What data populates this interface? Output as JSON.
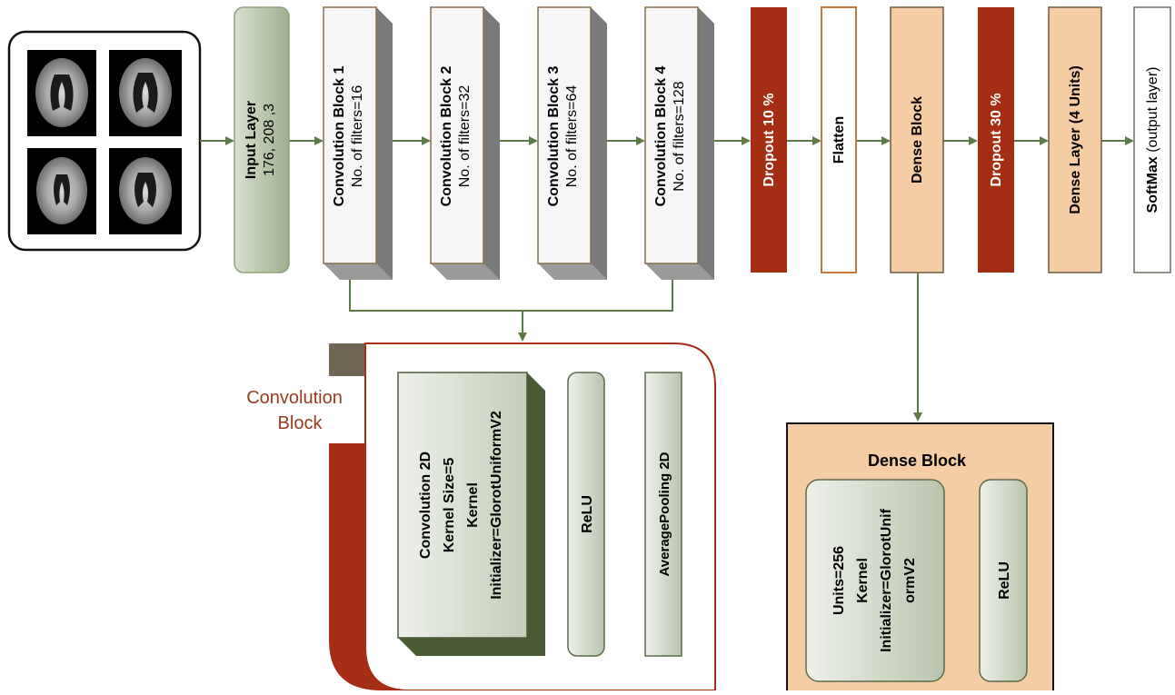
{
  "colors": {
    "arrow": "#5b7a45",
    "input_fill": "#b6c6a8",
    "conv_face": "#f6f6f6",
    "conv_border": "#8a6d4b",
    "conv_side": "#8e8e8e",
    "dropout": "#a52d14",
    "flatten_border": "#c47a3a",
    "dense": "#f4cda4",
    "softmax_border": "#6b6b5e",
    "block_caption": "#9a3a1e",
    "dark_green": "#4b5a36",
    "tab": "#6f6654"
  },
  "pipeline": {
    "input": {
      "title": "Input Layer",
      "sub": "176, 208 ,3"
    },
    "conv1": {
      "title": "Convolution Block 1",
      "sub": "No. of filters=16"
    },
    "conv2": {
      "title": "Convolution Block 2",
      "sub": "No. of filters=32"
    },
    "conv3": {
      "title": "Convolution Block 3",
      "sub": "No. of filters=64"
    },
    "conv4": {
      "title": "Convolution Block 4",
      "sub": "No. of filters=128"
    },
    "dropout1": {
      "title": "Dropout 10 %"
    },
    "flatten": {
      "title": "Flatten"
    },
    "dense_block": {
      "title": "Dense Block"
    },
    "dropout2": {
      "title": "Dropout 30 %"
    },
    "dense_layer": {
      "title": "Dense Layer (4 Units)"
    },
    "softmax": {
      "title": "SoftMax",
      "sub": "(output layer)"
    }
  },
  "conv_detail": {
    "caption_line1": "Convolution",
    "caption_line2": "Block",
    "conv2d": {
      "line1": "Convolution 2D",
      "line2": "Kernel Size=5",
      "line3": "Kernel",
      "line4": "Initializer=GlorotUniformV2"
    },
    "relu": "ReLU",
    "pooling": "AveragePooling 2D"
  },
  "dense_detail": {
    "title": "Dense Block",
    "units": {
      "line1": "Units=256",
      "line2": "Kernel",
      "line3": "Initializer=GlorotUnif",
      "line4": "ormV2"
    },
    "relu": "ReLU"
  },
  "mri_images": [
    "mri-1",
    "mri-2",
    "mri-3",
    "mri-4"
  ]
}
